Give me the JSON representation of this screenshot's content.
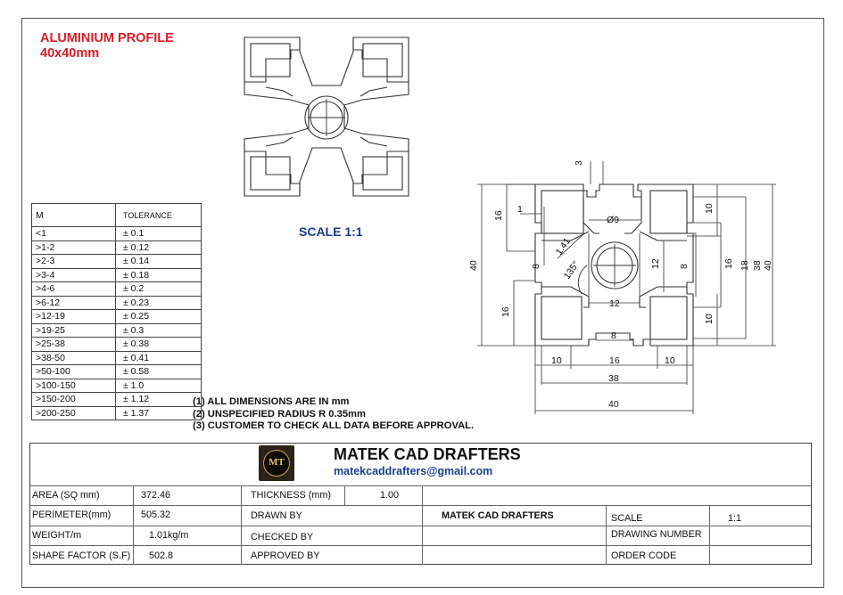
{
  "title": {
    "line1": "ALUMINIUM PROFILE",
    "line2": "40x40mm",
    "color": "#d61f26"
  },
  "scale_label": "SCALE 1:1",
  "scale_label_color": "#1b3a8c",
  "tolerance_table": {
    "headers": [
      "M",
      "TOLERANCE"
    ],
    "rows": [
      [
        "<1",
        "± 0.1"
      ],
      [
        ">1-2",
        "± 0.12"
      ],
      [
        ">2-3",
        "± 0.14"
      ],
      [
        ">3-4",
        "± 0.18"
      ],
      [
        ">4-6",
        "± 0.2"
      ],
      [
        ">6-12",
        "± 0.23"
      ],
      [
        ">12-19",
        "± 0.25"
      ],
      [
        ">19-25",
        "± 0.3"
      ],
      [
        ">25-38",
        "± 0.38"
      ],
      [
        ">38-50",
        "± 0.41"
      ],
      [
        ">50-100",
        "± 0.58"
      ],
      [
        ">100-150",
        "± 1.0"
      ],
      [
        ">150-200",
        "± 1.12"
      ],
      [
        ">200-250",
        "± 1.37"
      ]
    ]
  },
  "notes": [
    "(1) ALL DIMENSIONS ARE IN mm",
    "(2) UNSPECIFIED RADIUS R 0.35mm",
    "(3) CUSTOMER TO CHECK ALL DATA BEFORE APPROVAL."
  ],
  "dimensions": {
    "slot_depth": "3",
    "slot_wall": "1",
    "bore": "Ø9",
    "chamfer": "1.41",
    "angle": "135°",
    "left_top": "16",
    "left_bottom": "16",
    "left_overall": "40",
    "inner_left": "8",
    "core_width": "12",
    "core_height": "12",
    "inner_right": "8",
    "right_top": "10",
    "right_16": "16",
    "right_18": "18",
    "right_38": "38",
    "right_40": "40",
    "right_bottom": "10",
    "slot_width": "8",
    "bottom_left": "10",
    "bottom_mid": "16",
    "bottom_right": "10",
    "bottom_38": "38",
    "bottom_40": "40"
  },
  "title_block": {
    "logo_text": "MT",
    "company": "MATEK CAD DRAFTERS",
    "email": "matekcaddrafters@gmail.com",
    "area_label": "AREA (SQ mm)",
    "area_value": "372.46",
    "thickness_label": "THICKNESS (mm)",
    "thickness_value": "1.00",
    "perimeter_label": "PERIMETER(mm)",
    "perimeter_value": "505.32",
    "drawn_by_label": "DRAWN BY",
    "drawn_by_value": "MATEK CAD DRAFTERS",
    "scale_label": "SCALE",
    "scale_value": "1:1",
    "weight_label": "WEIGHT/m",
    "weight_value": "1.01kg/m",
    "checked_by_label": "CHECKED BY",
    "drawing_number_label": "DRAWING NUMBER",
    "shape_factor_label": "SHAPE FACTOR (S.F)",
    "shape_factor_value": "502.8",
    "approved_by_label": "APPROVED BY",
    "order_code_label": "ORDER CODE"
  }
}
